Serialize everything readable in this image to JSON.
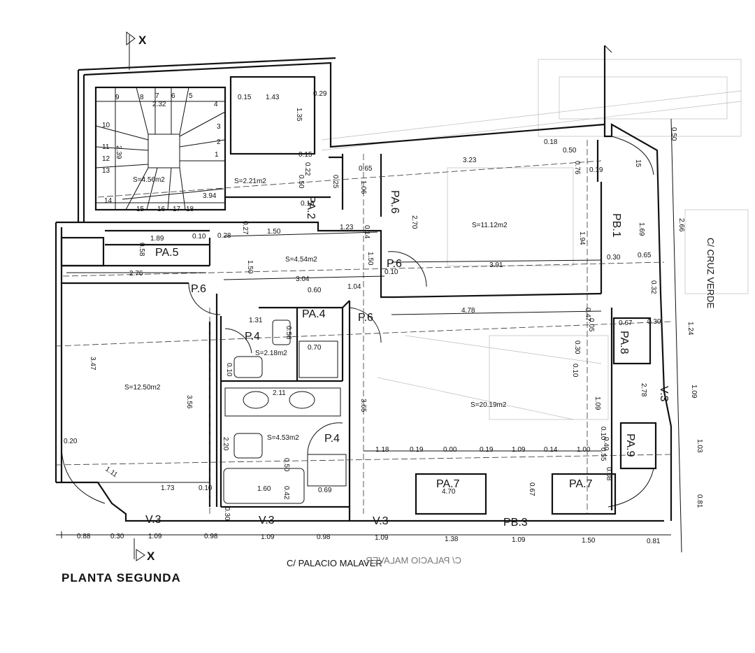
{
  "section_marks": {
    "top": "X",
    "bottom": "X"
  },
  "plan_title": "PLANTA SEGUNDA",
  "streets": {
    "bottom": "C/ PALACIO MALAVER",
    "right": "C/ CRUZ VERDE",
    "bottom_mirror": "C/ PALACIO MALAVER"
  },
  "stair_numbers": [
    "1",
    "2",
    "3",
    "4",
    "5",
    "6",
    "7",
    "8",
    "9",
    "10",
    "11",
    "12",
    "13",
    "14",
    "15",
    "16",
    "17",
    "18"
  ],
  "areas": [
    "S=4.56m2",
    "S=2.21m2",
    "S=11.12m2",
    "S=4.54m2",
    "S=2.18m2",
    "S=12.50m2",
    "S=4.53m2",
    "S=20.19m2"
  ],
  "room_codes": [
    "PA.2",
    "PA.6",
    "PB.1",
    "PA.5",
    "P.6",
    "P.6",
    "P.6",
    "PA.4",
    "P.4",
    "P.4",
    "PA.8",
    "V.3",
    "PA.9",
    "PA.7",
    "PA.7",
    "V.3",
    "V.3",
    "V.3",
    "PB.3"
  ],
  "dims": {
    "top": [
      "2.32",
      "0.15",
      "1.43",
      "0.29",
      "1.35",
      "0.15",
      "0.22",
      "0.50",
      "0.25",
      "0.16",
      "0.65",
      "1.06",
      "3.23",
      "0.18",
      "0.50",
      "0.76",
      "0.19",
      "15",
      "0.50",
      "2.39",
      "3.94",
      "2.66"
    ],
    "middle": [
      "1.89",
      "0.10",
      "0.28",
      "0.27",
      "1.50",
      "1.23",
      "0.14",
      "2.70",
      "1.94",
      "1.69",
      "0.58",
      "2.76",
      "1.50",
      "1.50",
      "0.10",
      "3.91",
      "0.30",
      "0.65",
      "3.04",
      "0.60",
      "1.04",
      "0.32",
      "0.47",
      "0.05",
      "4.78",
      "1.31",
      "0.56",
      "0.67",
      "0.30",
      "1.24",
      "0.70",
      "0.30",
      "0.10",
      "0.10"
    ],
    "lower": [
      "3.47",
      "2.11",
      "3.56",
      "3.65",
      "1.09",
      "2.78",
      "1.09",
      "0.20",
      "2.20",
      "0.50",
      "1.18",
      "0.19",
      "0.00",
      "0.19",
      "1.09",
      "0.14",
      "1.00",
      "0.40",
      "0.10",
      "0.55",
      "0.08",
      "1.03",
      "1.11",
      "0.67",
      "0.42",
      "1.73",
      "0.10",
      "1.60",
      "0.69",
      "4.70",
      "0.81",
      "0.30"
    ],
    "bottom": [
      "0.88",
      "0.30",
      "1.09",
      "0.98",
      "1.09",
      "0.98",
      "1.09",
      "1.38",
      "1.09",
      "1.50",
      "0.81"
    ]
  }
}
